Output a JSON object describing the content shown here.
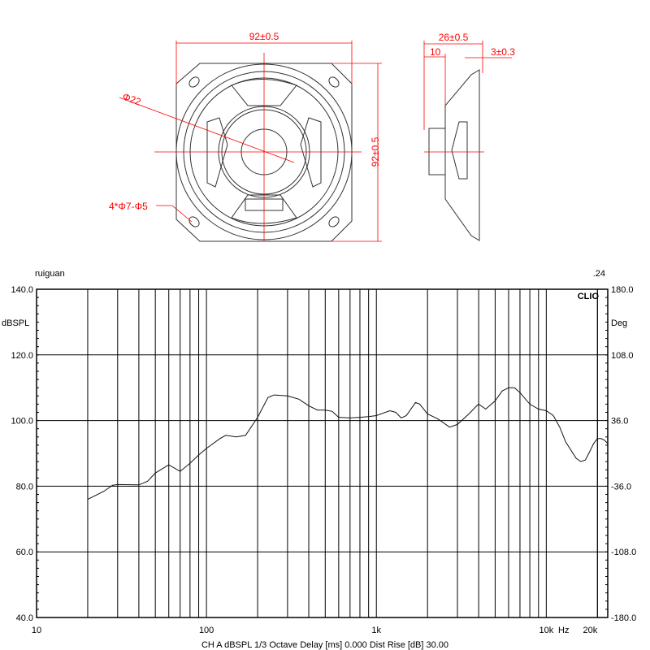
{
  "drawing": {
    "front_width_dim": "92±0.5",
    "front_height_dim": "92±0.5",
    "center_hole_dim": "Φ22",
    "mount_holes_dim": "4*Φ7-Φ5",
    "depth_dim": "26±0.5",
    "magnet_depth_dim": "10",
    "flange_dim": "3±0.3",
    "line_color": "#333333",
    "dim_color": "#ff0000"
  },
  "chart_data": {
    "type": "line",
    "title_left": "ruiguan",
    "title_right": ".24",
    "brand": "CLIO",
    "ylabel": "dBSPL",
    "ylabel_right": "Deg",
    "xscale": "log",
    "xlim": [
      10,
      23000
    ],
    "ylim": [
      40,
      140
    ],
    "ylim_right": [
      -180,
      180
    ],
    "grid": true,
    "y_ticks": [
      "140.0",
      "120.0",
      "100.0",
      "80.0",
      "60.0",
      "40.0"
    ],
    "y_ticks_right": [
      "180.0",
      "108.0",
      "36.0",
      "-36.0",
      "-108.0",
      "-180.0"
    ],
    "x_tick_labels": [
      {
        "f": 10,
        "label": "10"
      },
      {
        "f": 100,
        "label": "100"
      },
      {
        "f": 1000,
        "label": "1k"
      },
      {
        "f": 10000,
        "label": "10k"
      },
      {
        "f": 20000,
        "label": "20k"
      }
    ],
    "x_unit": "Hz",
    "footer": "CH A   dBSPL   1/3 Octave    Delay [ms] 0.000    Dist Rise [dB] 30.00",
    "series": [
      {
        "name": "SPL",
        "x": [
          20,
          25,
          28,
          30,
          40,
          45,
          50,
          60,
          70,
          80,
          90,
          100,
          120,
          130,
          150,
          170,
          200,
          230,
          250,
          300,
          350,
          400,
          450,
          500,
          550,
          600,
          700,
          800,
          900,
          1000,
          1200,
          1300,
          1400,
          1500,
          1700,
          1800,
          2000,
          2300,
          2700,
          3000,
          3500,
          3900,
          4000,
          4400,
          5000,
          5500,
          6000,
          6500,
          7000,
          8000,
          9000,
          10000,
          11000,
          12000,
          13000,
          15000,
          16000,
          17000,
          18000,
          19000,
          20000,
          21000,
          22000,
          23000
        ],
        "y": [
          76,
          78.5,
          80.3,
          80.5,
          80.4,
          81.5,
          84,
          86.5,
          84.5,
          87,
          89.5,
          91.5,
          94.5,
          95.5,
          95,
          95.5,
          101,
          107,
          107.8,
          107.5,
          106.5,
          104.5,
          103.2,
          103.2,
          102.8,
          101,
          100.8,
          101,
          101.2,
          101.5,
          103,
          102.5,
          100.8,
          101.5,
          105.5,
          105,
          102,
          100.5,
          98,
          98.8,
          102,
          104.5,
          105,
          103.5,
          106,
          109,
          110,
          110,
          108.5,
          105,
          103.5,
          103,
          101.5,
          98,
          93.5,
          88.5,
          87.5,
          88,
          90.5,
          93,
          94.5,
          94.5,
          94,
          93
        ]
      }
    ]
  }
}
